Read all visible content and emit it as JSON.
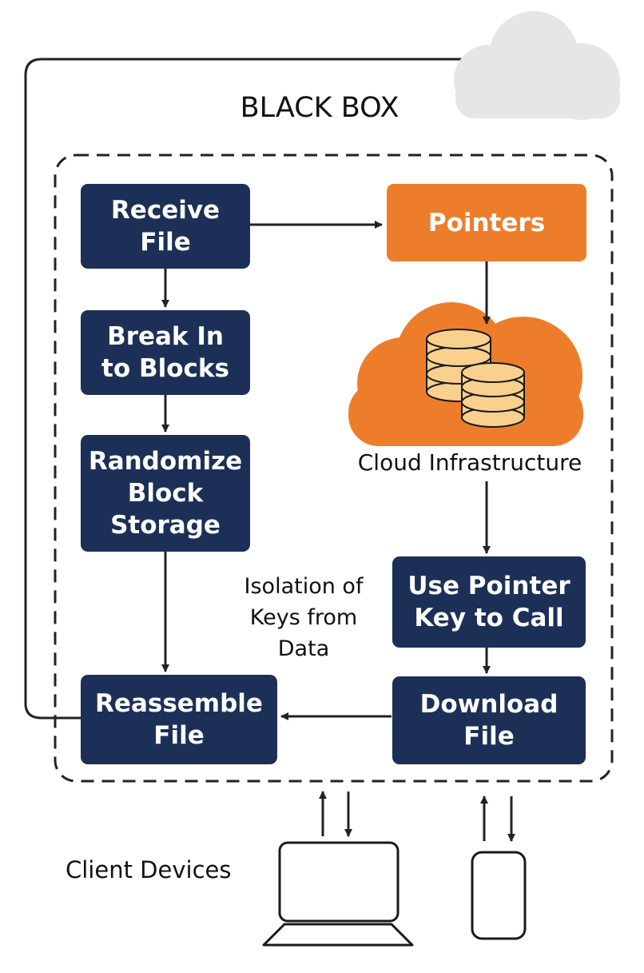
{
  "title": "BLACK BOX",
  "nodes": {
    "receive_file": "Receive\nFile",
    "break_into_blocks": "Break In\nto Blocks",
    "randomize_block_storage": "Randomize\nBlock\nStorage",
    "reassemble_file": "Reassemble\nFile",
    "pointers": "Pointers",
    "use_pointer_key": "Use Pointer\nKey to Call",
    "download_file": "Download\nFile"
  },
  "labels": {
    "cloud_infrastructure": "Cloud Infrastructure",
    "isolation": "Isolation of\nKeys from\nData",
    "client_devices": "Client Devices"
  },
  "colors": {
    "navy": "#1c3057",
    "orange": "#ee7d2b",
    "database": "#f9d08e",
    "cloud_gray": "#e6e6e6",
    "line": "#222222"
  },
  "icons": [
    "cloud-icon",
    "database-icon",
    "laptop-icon",
    "phone-icon"
  ]
}
